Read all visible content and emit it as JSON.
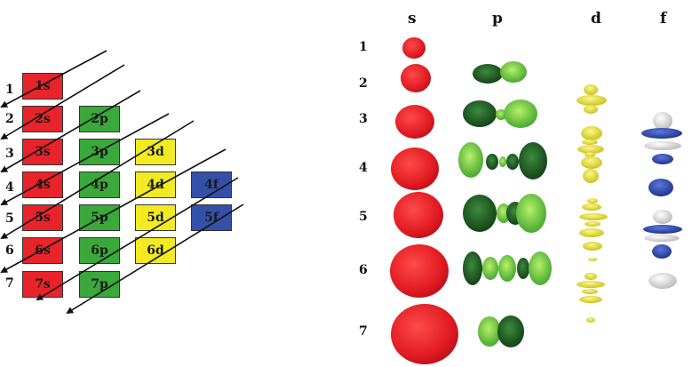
{
  "aufbau": {
    "row_labels": [
      "1",
      "2",
      "3",
      "4",
      "5",
      "6",
      "7"
    ],
    "colors": {
      "s": "#e8232a",
      "p": "#3aa83a",
      "d": "#f2ea22",
      "f": "#3550a8"
    },
    "boxes": [
      {
        "label": "1s",
        "type": "s"
      },
      {
        "label": "2s",
        "type": "s"
      },
      {
        "label": "2p",
        "type": "p"
      },
      {
        "label": "3s",
        "type": "s"
      },
      {
        "label": "3p",
        "type": "p"
      },
      {
        "label": "3d",
        "type": "d"
      },
      {
        "label": "4s",
        "type": "s"
      },
      {
        "label": "4p",
        "type": "p"
      },
      {
        "label": "4d",
        "type": "d"
      },
      {
        "label": "4f",
        "type": "f"
      },
      {
        "label": "5s",
        "type": "s"
      },
      {
        "label": "5p",
        "type": "p"
      },
      {
        "label": "5d",
        "type": "d"
      },
      {
        "label": "5f",
        "type": "f"
      },
      {
        "label": "6s",
        "type": "s"
      },
      {
        "label": "6p",
        "type": "p"
      },
      {
        "label": "6d",
        "type": "d"
      },
      {
        "label": "7s",
        "type": "s"
      },
      {
        "label": "7p",
        "type": "p"
      }
    ]
  },
  "orbitals": {
    "column_headers": [
      "s",
      "p",
      "d",
      "f"
    ],
    "row_labels": [
      "1",
      "2",
      "3",
      "4",
      "5",
      "6",
      "7"
    ]
  }
}
